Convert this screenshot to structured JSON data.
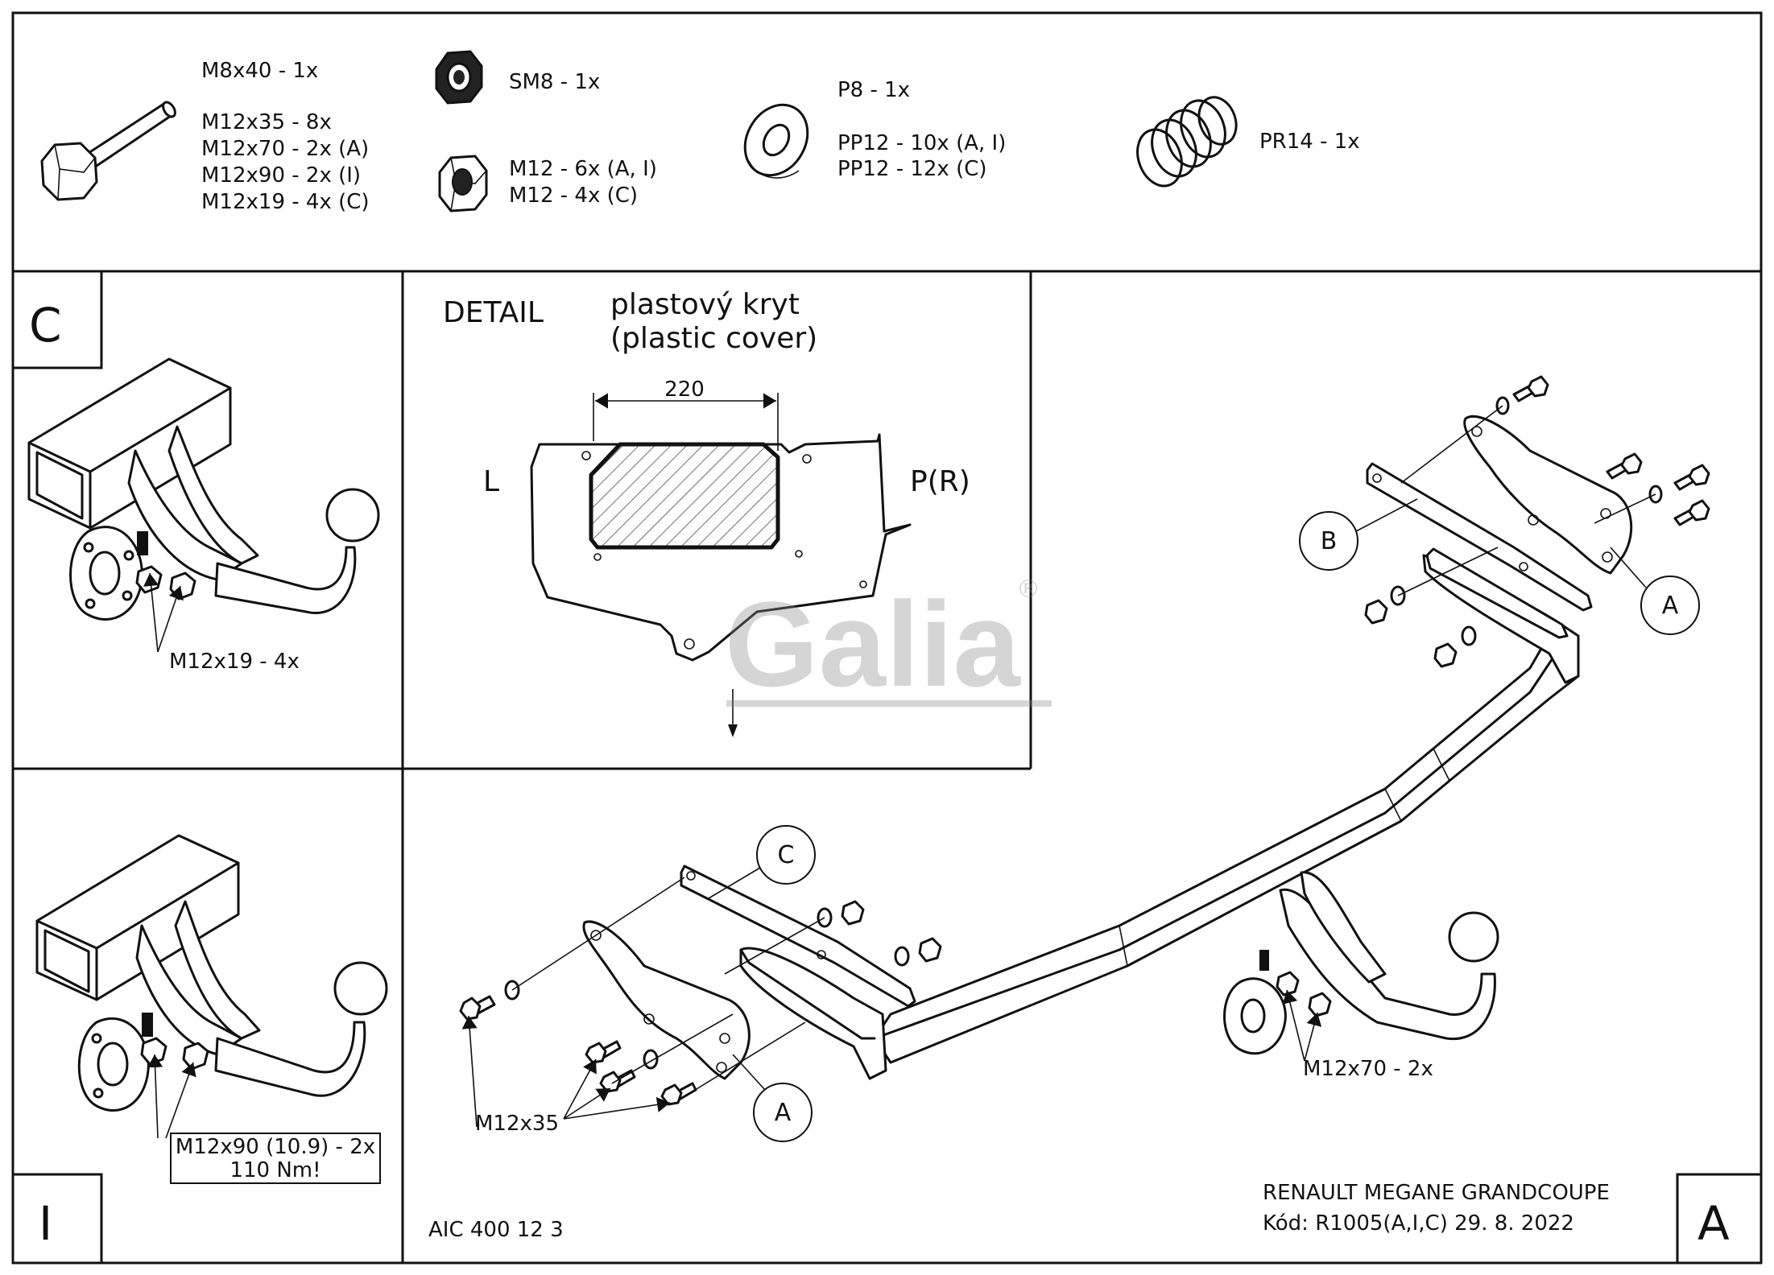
{
  "parts": {
    "bolt_labels": [
      "M8x40 - 1x",
      "M12x35 - 8x",
      "M12x70 - 2x (A)",
      "M12x90 - 2x (I)",
      "M12x19 - 4x (C)"
    ],
    "nut_sm8_label": "SM8 - 1x",
    "nut_m12_labels": [
      "M12 - 6x (A, I)",
      "M12 - 4x (C)"
    ],
    "washer_labels": [
      "P8 - 1x",
      "PP12 - 10x (A, I)",
      "PP12 - 12x (C)"
    ],
    "spring_label": "PR14 - 1x"
  },
  "panel_c": {
    "letter": "C",
    "bolt_callout": "M12x19 - 4x"
  },
  "detail": {
    "title": "DETAIL",
    "cover_label_cz": "plastový kryt",
    "cover_label_en": "(plastic cover)",
    "dimension": "220",
    "left_label": "L",
    "right_label": "P(R)"
  },
  "watermark": {
    "text": "Galia",
    "registered": "®"
  },
  "panel_i": {
    "letter": "I",
    "bolt_callout_line1": "M12x90 (10.9) - 2x",
    "bolt_callout_line2": "110 Nm!"
  },
  "main": {
    "callout_b": "B",
    "callout_a_upper": "A",
    "callout_c": "C",
    "callout_a_lower": "A",
    "bolt_m12x35": "M12x35",
    "bolt_m12x70": "M12x70 - 2x",
    "code_left": "AIC 400 12 3",
    "vehicle": "RENAULT MEGANE GRANDCOUPE",
    "code_line": "Kód: R1005(A,I,C)  29. 8. 2022",
    "panel_letter": "A"
  }
}
